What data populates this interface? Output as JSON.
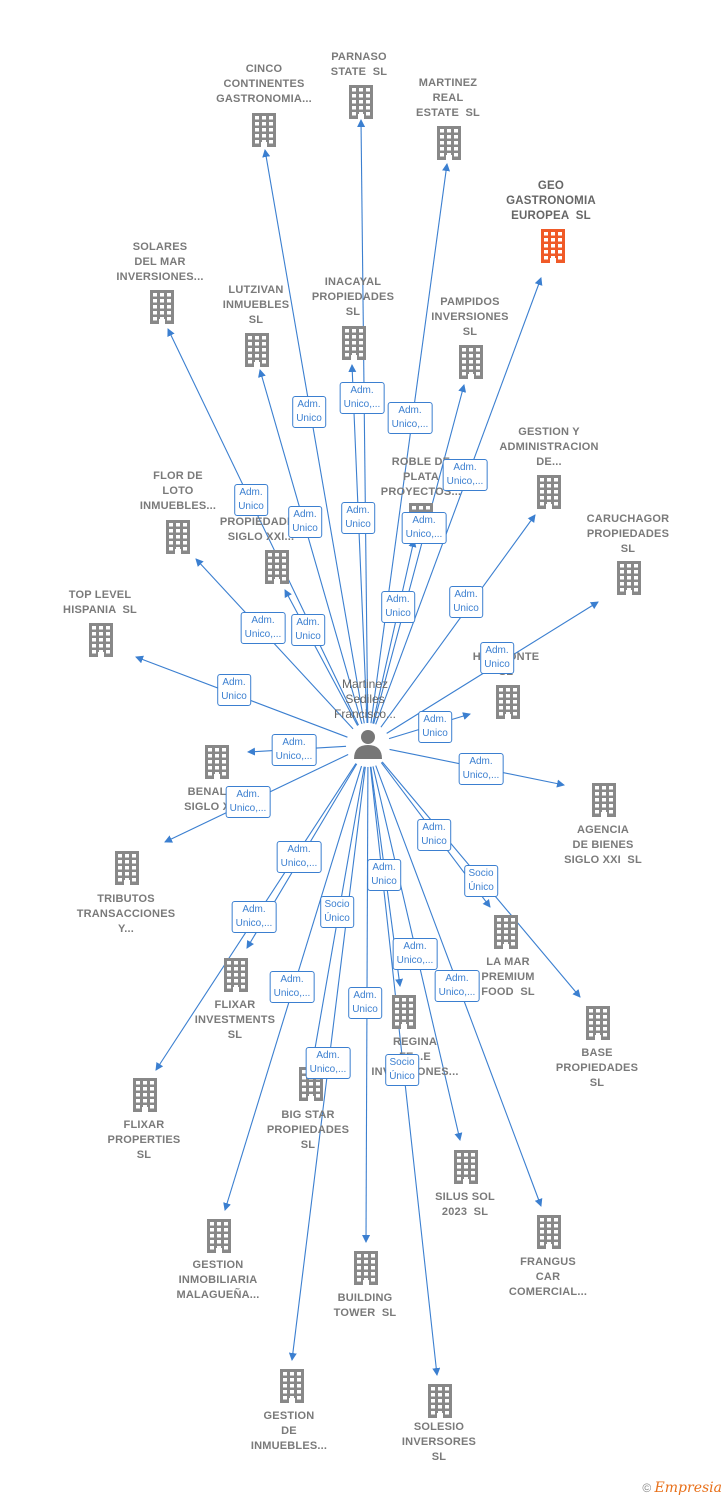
{
  "colors": {
    "edge": "#3b7fd0",
    "building": "#888888",
    "highlight": "#f05a28",
    "person": "#777777"
  },
  "center": {
    "label": "Martinez\nSediles\nFrancisco...",
    "icon": "person-icon"
  },
  "nodes": [
    {
      "id": "cinco",
      "label": "CINCO\nCONTINENTES\nGASTRONOMIA..."
    },
    {
      "id": "parnaso",
      "label": "PARNASO\nSTATE  SL"
    },
    {
      "id": "martinez_real",
      "label": "MARTINEZ\nREAL\nESTATE  SL"
    },
    {
      "id": "geo",
      "label": "GEO\nGASTRONOMIA\nEUROPEA  SL",
      "highlight": true
    },
    {
      "id": "solares",
      "label": "SOLARES\nDEL MAR\nINVERSIONES..."
    },
    {
      "id": "lutzivan",
      "label": "LUTZIVAN\nINMUEBLES\nSL"
    },
    {
      "id": "inacayal",
      "label": "INACAYAL\nPROPIEDADES\nSL"
    },
    {
      "id": "pampidos",
      "label": "PAMPIDOS\nINVERSIONES\nSL"
    },
    {
      "id": "gestion_admin",
      "label": "GESTION Y\nADMINISTRACION\nDE..."
    },
    {
      "id": "roble",
      "label": "ROBLE DE\nPLATA\nPROYECTOS..."
    },
    {
      "id": "flor",
      "label": "FLOR DE\nLOTO\nINMUEBLES..."
    },
    {
      "id": "siglo_xxi_prop",
      "label": "...\nPROPIEDADES\nSIGLO XXI..."
    },
    {
      "id": "caruchagor",
      "label": "CARUCHAGOR\nPROPIEDADES\nSL"
    },
    {
      "id": "top_level",
      "label": "TOP LEVEL\nHISPANIA  SL"
    },
    {
      "id": "horizonte",
      "label": "HORIZONTE\nSL"
    },
    {
      "id": "benal",
      "label": "BENAL...\nSIGLO X..."
    },
    {
      "id": "agencia",
      "label": "AGENCIA\nDE BIENES\nSIGLO XXI  SL"
    },
    {
      "id": "tributos",
      "label": "TRIBUTOS\nTRANSACCIONES\nY..."
    },
    {
      "id": "la_mar",
      "label": "LA MAR\nPREMIUM\nFOOD  SL"
    },
    {
      "id": "flixar_inv",
      "label": "FLIXAR\nINVESTMENTS\nSL"
    },
    {
      "id": "base",
      "label": "BASE\nPROPIEDADES\nSL"
    },
    {
      "id": "regina",
      "label": "REGINA\nFE...E\nINVERSIONES..."
    },
    {
      "id": "flixar_prop",
      "label": "FLIXAR\nPROPERTIES\nSL"
    },
    {
      "id": "big_star",
      "label": "BIG STAR\nPROPIEDADES\nSL"
    },
    {
      "id": "silus",
      "label": "SILUS SOL\n2023  SL"
    },
    {
      "id": "frangus",
      "label": "FRANGUS\nCAR\nCOMERCIAL..."
    },
    {
      "id": "gestion_inmob",
      "label": "GESTION\nINMOBILIARIA\nMALAGUEÑA..."
    },
    {
      "id": "building_tower",
      "label": "BUILDING\nTOWER  SL"
    },
    {
      "id": "gestion_inmuebles",
      "label": "GESTION\nDE\nINMUEBLES..."
    },
    {
      "id": "solesio",
      "label": "SOLESIO\nINVERSORES\nSL"
    }
  ],
  "edges": [
    {
      "to": "cinco",
      "label": "Adm.\nUnico"
    },
    {
      "to": "parnaso",
      "label": "Adm.\nUnico,..."
    },
    {
      "to": "martinez_real",
      "label": "Adm.\nUnico,..."
    },
    {
      "to": "geo",
      "label": "Adm.\nUnico,..."
    },
    {
      "to": "solares",
      "label": "Adm.\nUnico"
    },
    {
      "to": "lutzivan",
      "label": "Adm.\nUnico"
    },
    {
      "to": "inacayal",
      "label": "Adm.\nUnico"
    },
    {
      "to": "pampidos",
      "label": "Adm.\nUnico,..."
    },
    {
      "to": "gestion_admin",
      "label": "Adm.\nUnico"
    },
    {
      "to": "roble",
      "label": "Adm.\nUnico"
    },
    {
      "to": "flor",
      "label": "Adm.\nUnico,..."
    },
    {
      "to": "siglo_xxi_prop",
      "label": "Adm.\nUnico"
    },
    {
      "to": "caruchagor",
      "label": "Adm.\nUnico"
    },
    {
      "to": "top_level",
      "label": "Adm.\nUnico"
    },
    {
      "to": "horizonte",
      "label": "Adm.\nUnico"
    },
    {
      "to": "benal",
      "label": "Adm.\nUnico,..."
    },
    {
      "to": "agencia",
      "label": "Adm.\nUnico,..."
    },
    {
      "to": "tributos",
      "label": "Adm.\nUnico,..."
    },
    {
      "to": "la_mar",
      "label": "Adm.\nUnico"
    },
    {
      "to": "flixar_inv",
      "label": "Adm.\nUnico,..."
    },
    {
      "to": "base",
      "label": "Socio\nÚnico"
    },
    {
      "to": "regina",
      "label": "Adm.\nUnico"
    },
    {
      "to": "flixar_prop",
      "label": "Adm.\nUnico,..."
    },
    {
      "to": "big_star",
      "label": "Socio\nÚnico"
    },
    {
      "to": "silus",
      "label": "Adm.\nUnico,..."
    },
    {
      "to": "frangus",
      "label": "Adm.\nUnico,..."
    },
    {
      "to": "gestion_inmob",
      "label": "Adm.\nUnico,..."
    },
    {
      "to": "building_tower",
      "label": "Adm.\nUnico"
    },
    {
      "to": "gestion_inmuebles",
      "label": "Adm.\nUnico,..."
    },
    {
      "to": "solesio",
      "label": "Socio\nÚnico"
    }
  ],
  "footer": {
    "copyright": "©",
    "brand": "Empresia"
  }
}
